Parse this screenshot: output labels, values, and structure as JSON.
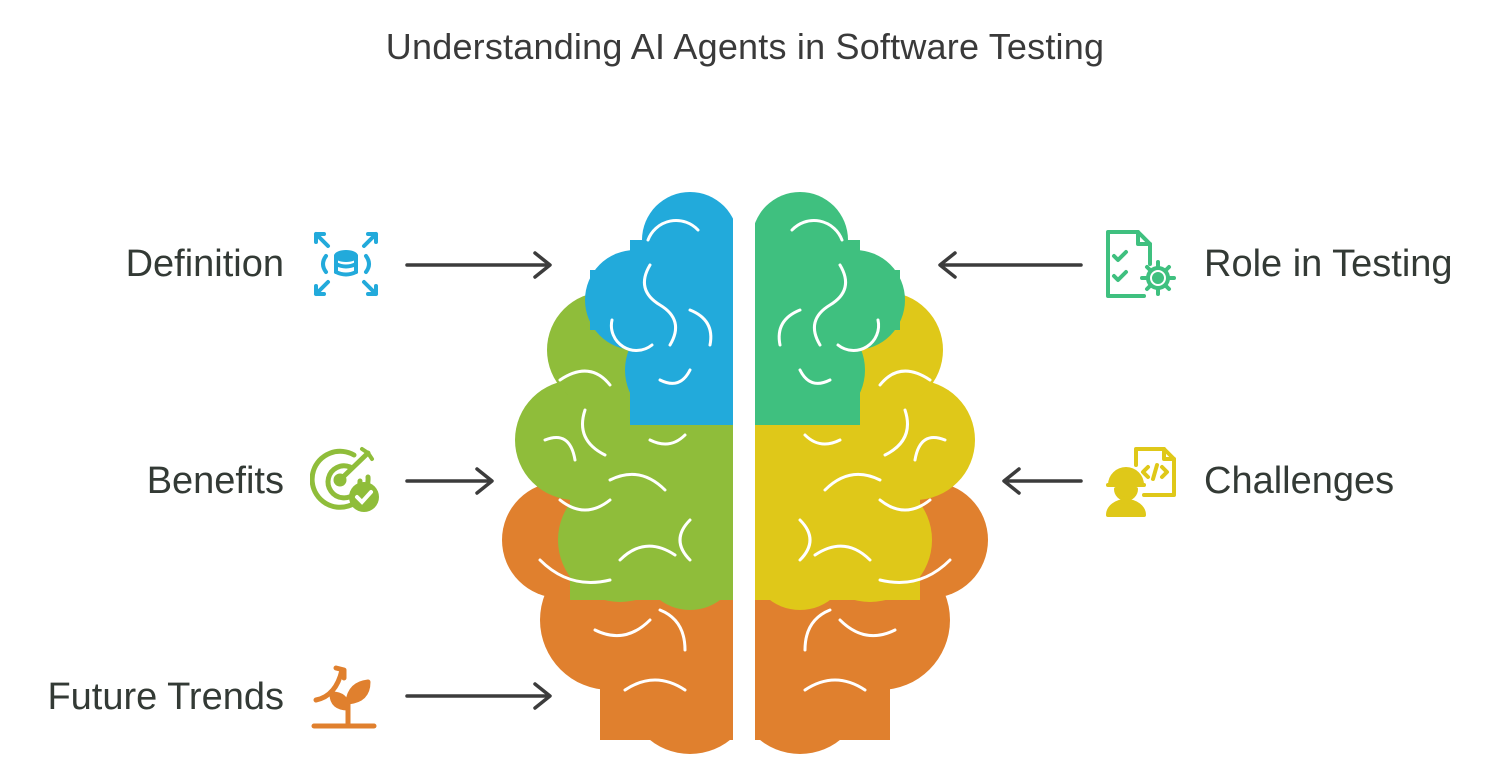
{
  "title": "Understanding AI Agents in Software Testing",
  "labels": {
    "definition": "Definition",
    "benefits": "Benefits",
    "future_trends": "Future Trends",
    "role_in_testing": "Role in Testing",
    "challenges": "Challenges"
  },
  "icons": {
    "definition": "database-expand-icon",
    "benefits": "target-check-icon",
    "future_trends": "growth-sprout-icon",
    "role_in_testing": "checklist-gear-icon",
    "challenges": "developer-code-icon"
  },
  "colors": {
    "blue": "#22aadb",
    "green_right": "#3fc07f",
    "lime": "#8fbd3a",
    "yellow": "#dfc819",
    "orange": "#e0802e",
    "text": "#333a35",
    "arrow": "#3c3c3c"
  }
}
